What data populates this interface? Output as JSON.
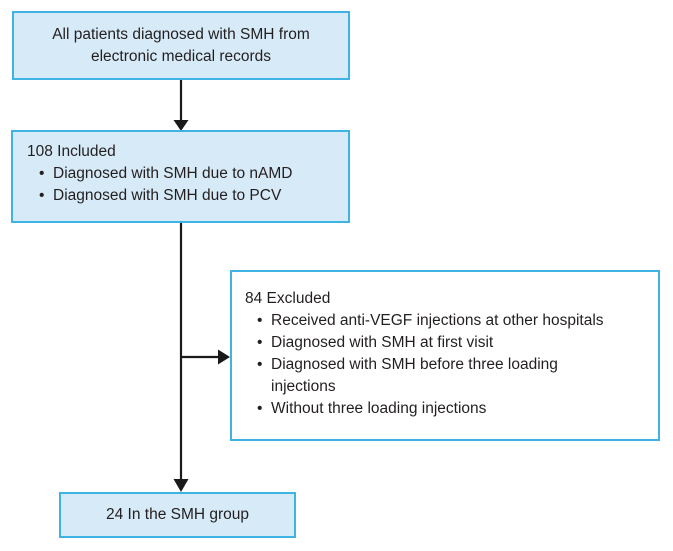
{
  "diagram": {
    "bullet_glyph": "•",
    "source_box": {
      "line1": "All patients diagnosed with SMH from",
      "line2": "electronic medical records"
    },
    "included_box": {
      "title": "108 Included",
      "bullets": [
        "Diagnosed with SMH due to nAMD",
        "Diagnosed with SMH due to PCV"
      ]
    },
    "excluded_box": {
      "title": "84 Excluded",
      "bullets": [
        "Received anti-VEGF injections at other hospitals",
        "Diagnosed with SMH at first visit",
        "Diagnosed with SMH before three loading\ninjections",
        "Without three loading injections"
      ]
    },
    "final_box": {
      "text": "24 In the SMH group"
    },
    "colors": {
      "background": "#ffffff",
      "box_fill": "#d6eaf7",
      "box_border": "#3fb3e4",
      "excluded_fill": "#ffffff",
      "arrow": "#1a1a1a",
      "text": "#231f20"
    }
  }
}
